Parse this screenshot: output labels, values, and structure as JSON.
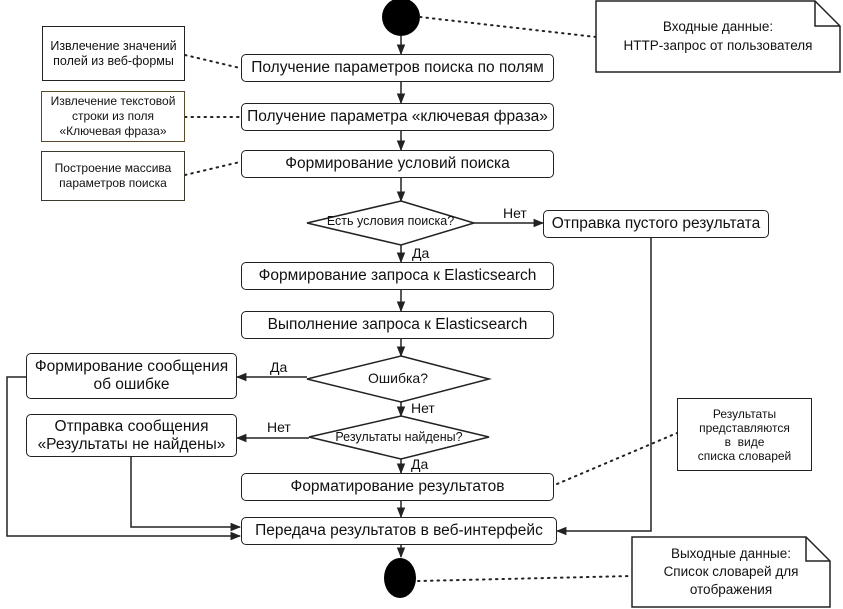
{
  "diagram": {
    "start_node": {
      "type": "initial"
    },
    "end_node": {
      "type": "final"
    },
    "actions": {
      "get_field_params": "Получение параметров поиска по полям",
      "get_keyphrase": "Получение параметра «ключевая фраза»",
      "build_conditions": "Формирование условий поиска",
      "build_query": "Формирование запроса к Elasticsearch",
      "execute_query": "Выполнение запроса к Elasticsearch",
      "send_empty": "Отправка пустого результата",
      "error_message": [
        "Формирование сообщения",
        "об ошибке"
      ],
      "not_found_message": [
        "Отправка сообщения",
        "«Результаты не найдены»"
      ],
      "format_results": "Форматирование результатов",
      "send_to_web": "Передача результатов в веб-интерфейс"
    },
    "decisions": {
      "has_conditions": "Есть условия поиска?",
      "error": "Ошибка?",
      "results_found": "Результаты найдены?"
    },
    "edge_labels": {
      "has_conditions_no": "Нет",
      "has_conditions_yes": "Да",
      "error_yes": "Да",
      "error_no": "Нет",
      "results_found_no": "Нет",
      "results_found_yes": "Да"
    },
    "comments": {
      "extract_fields": [
        "Извлечение значений",
        "полей из веб-формы"
      ],
      "extract_keyphrase": [
        "Извлечение текстовой",
        "строки из поля",
        "«Ключевая фраза»"
      ],
      "build_array": [
        "Построение массива",
        "параметров поиска"
      ],
      "results_format": [
        "Результаты",
        "представляются",
        "в  виде",
        "списка словарей"
      ]
    },
    "notes": {
      "input": [
        "Входные данные:",
        "HTTP-запрос от пользователя"
      ],
      "output": [
        "Выходные данные:",
        "Список словарей для",
        "отображения"
      ]
    }
  }
}
